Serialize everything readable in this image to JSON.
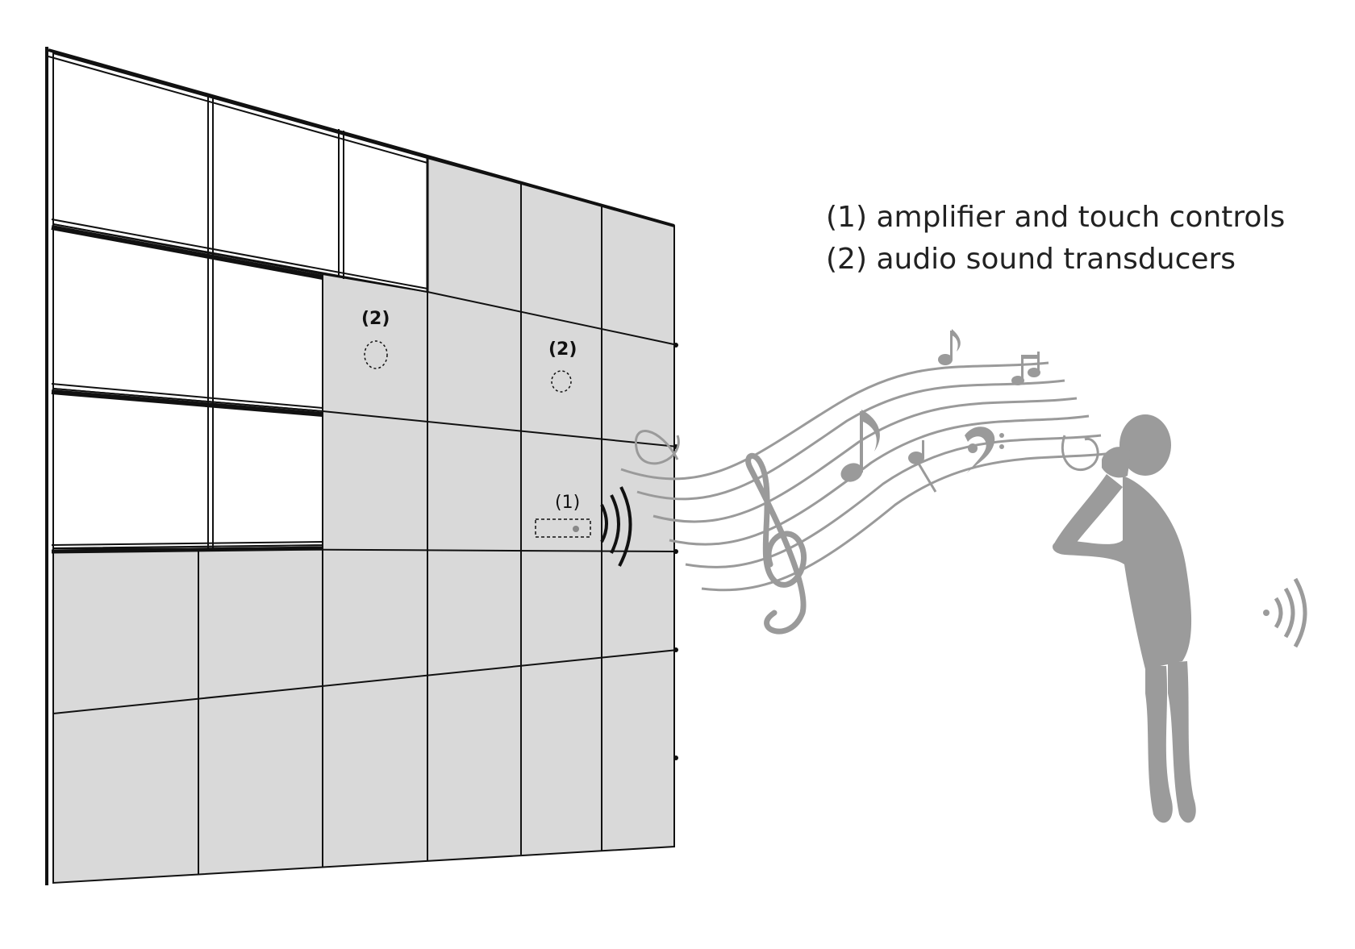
{
  "legend": {
    "item1": "(1) amplifier and touch controls",
    "item2": "(2) audio sound transducers"
  },
  "callouts": {
    "transducer_a": "(2)",
    "transducer_b": "(2)",
    "amplifier": "(1)"
  },
  "colors": {
    "panel_fill": "#d9d9d9",
    "frame_stroke": "#111111",
    "music_gray": "#9a9a9a",
    "figure_gray": "#9b9b9b"
  },
  "icons": [
    "treble-clef-icon",
    "bass-clef-icon",
    "eighth-note-icon",
    "sound-wave-icon",
    "listener-silhouette-icon"
  ]
}
